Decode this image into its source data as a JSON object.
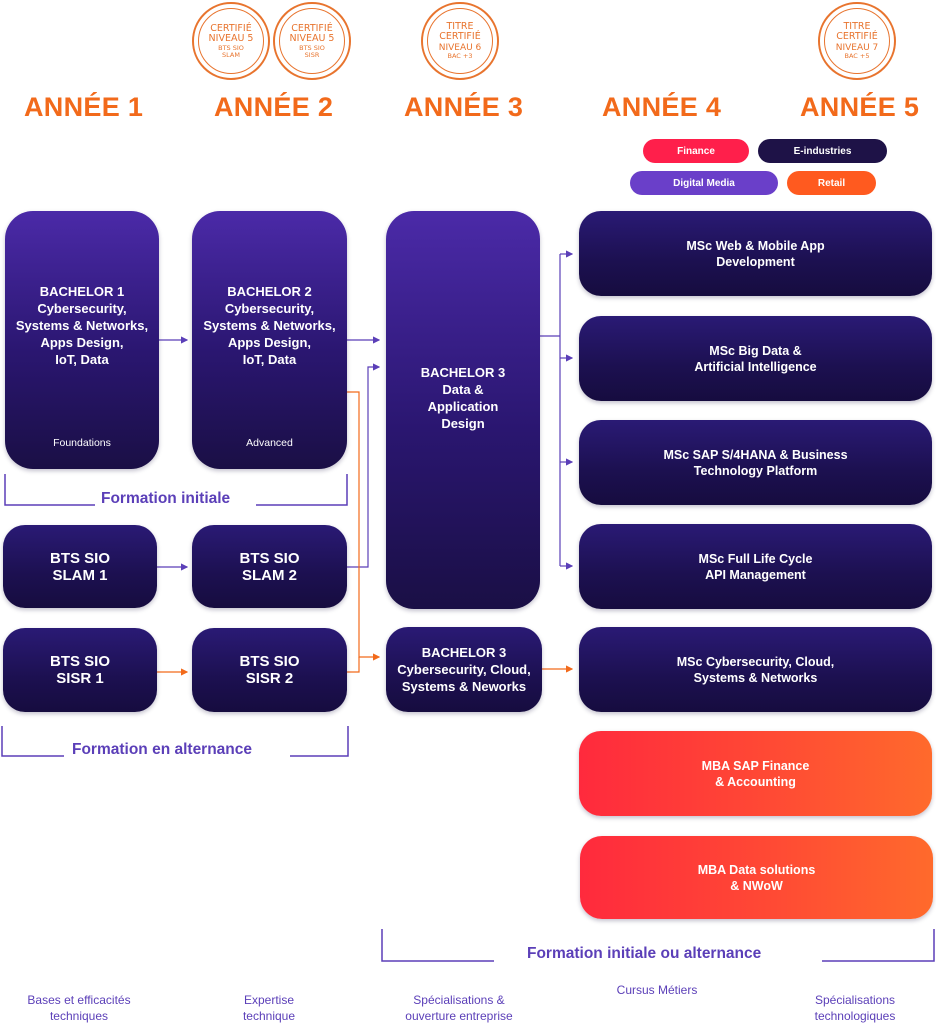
{
  "years": [
    "ANNÉE 1",
    "ANNÉE 2",
    "ANNÉE 3",
    "ANNÉE 4",
    "ANNÉE 5"
  ],
  "stamps": [
    {
      "line1": "CERTIFIÉ",
      "line2": "NIVEAU 5",
      "line3": "BTS SIO",
      "line4": "SLAM"
    },
    {
      "line1": "CERTIFIÉ",
      "line2": "NIVEAU 5",
      "line3": "BTS SIO",
      "line4": "SISR"
    },
    {
      "line1": "TITRE",
      "line2": "CERTIFIÉ",
      "line3": "NIVEAU 6",
      "line4": "BAC +3"
    },
    {
      "line1": "TITRE",
      "line2": "CERTIFIÉ",
      "line3": "NIVEAU 7",
      "line4": "BAC +5"
    }
  ],
  "tags": {
    "finance": "Finance",
    "eindustries": "E-industries",
    "digital_media": "Digital Media",
    "retail": "Retail"
  },
  "colors": {
    "accent_orange": "#f26a1b",
    "purple_label": "#5b3fb8",
    "finance": "#ff1f4b",
    "eindustries": "#1e1247",
    "digital_media": "#6a3fc9",
    "retail": "#ff5a1f"
  },
  "cards": {
    "bachelor1": {
      "title": [
        "BACHELOR 1",
        "Cybersecurity,",
        "Systems & Networks,",
        "Apps Design,",
        "IoT, Data"
      ],
      "sub": "Foundations"
    },
    "bachelor2": {
      "title": [
        "BACHELOR 2",
        "Cybersecurity,",
        "Systems & Networks,",
        "Apps Design,",
        "IoT, Data"
      ],
      "sub": "Advanced"
    },
    "bachelor3_data": {
      "title": [
        "BACHELOR 3",
        "Data &",
        "Application",
        "Design"
      ]
    },
    "bachelor3_cyber": {
      "title": [
        "BACHELOR 3",
        "Cybersecurity, Cloud,",
        "Systems & Neworks"
      ]
    },
    "bts_slam1": {
      "title": [
        "BTS SIO",
        "SLAM 1"
      ]
    },
    "bts_slam2": {
      "title": [
        "BTS SIO",
        "SLAM 2"
      ]
    },
    "bts_sisr1": {
      "title": [
        "BTS SIO",
        "SISR 1"
      ]
    },
    "bts_sisr2": {
      "title": [
        "BTS SIO",
        "SISR 2"
      ]
    },
    "msc_web": {
      "title": [
        "MSc Web & Mobile App",
        "Development"
      ]
    },
    "msc_bigdata": {
      "title": [
        "MSc Big Data &",
        "Artificial Intelligence"
      ]
    },
    "msc_sap": {
      "title": [
        "MSc SAP S/4HANA & Business",
        "Technology Platform"
      ]
    },
    "msc_api": {
      "title": [
        "MSc Full Life Cycle",
        "API Management"
      ]
    },
    "msc_cyber": {
      "title": [
        "MSc Cybersecurity, Cloud,",
        "Systems & Networks"
      ]
    },
    "mba_sap": {
      "title": [
        "MBA SAP Finance",
        "& Accounting"
      ]
    },
    "mba_data": {
      "title": [
        "MBA Data solutions",
        "& NWoW"
      ]
    }
  },
  "sections": {
    "initiale": "Formation initiale",
    "alternance": "Formation en alternance",
    "initiale_ou_alternance": "Formation initiale ou alternance"
  },
  "footer": {
    "col1": [
      "Bases et efficacités",
      "techniques"
    ],
    "col2": [
      "Expertise",
      "technique"
    ],
    "col3": [
      "Spécialisations &",
      "ouverture entreprise"
    ],
    "col4": [
      "Cursus Métiers"
    ],
    "col5": [
      "Spécialisations",
      "technologiques"
    ]
  }
}
